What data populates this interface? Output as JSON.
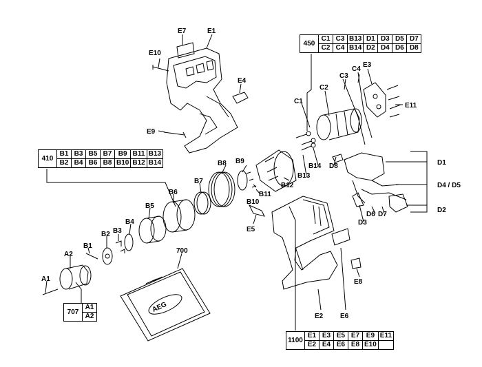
{
  "tables": {
    "t450": {
      "number": "450",
      "row1": [
        "C1",
        "C3",
        "B13",
        "D1",
        "D3",
        "D5",
        "D7"
      ],
      "row2": [
        "C2",
        "C4",
        "B14",
        "D2",
        "D4",
        "D6",
        "D8"
      ]
    },
    "t410": {
      "number": "410",
      "row1": [
        "B1",
        "B3",
        "B5",
        "B7",
        "B9",
        "B11",
        "B13"
      ],
      "row2": [
        "B2",
        "B4",
        "B6",
        "B8",
        "B10",
        "B12",
        "B14"
      ]
    },
    "t707": {
      "number": "707",
      "row1": [
        "A1"
      ],
      "row2": [
        "A2"
      ]
    },
    "t1100": {
      "number": "1100",
      "row1": [
        "E1",
        "E3",
        "E5",
        "E7",
        "E9",
        "E11"
      ],
      "row2": [
        "E2",
        "E4",
        "E6",
        "E8",
        "E10"
      ]
    }
  },
  "labels": {
    "E7": "E7",
    "E1": "E1",
    "E10": "E10",
    "E4": "E4",
    "E9": "E9",
    "E3": "E3",
    "E11": "E11",
    "C1": "C1",
    "C2": "C2",
    "C3": "C3",
    "C4": "C4",
    "D1": "D1",
    "D4D5": "D4 / D5",
    "D2": "D2",
    "D3": "D3",
    "D6": "D6",
    "D7": "D7",
    "D8": "D8",
    "B1": "B1",
    "B2": "B2",
    "B3": "B3",
    "B4": "B4",
    "B5": "B5",
    "B6": "B6",
    "B7": "B7",
    "B8": "B8",
    "B9": "B9",
    "B10": "B10",
    "B11": "B11",
    "B12": "B12",
    "B13": "B13",
    "B14": "B14",
    "A1": "A1",
    "A2": "A2",
    "n700": "700",
    "E5": "E5",
    "E2": "E2",
    "E6": "E6",
    "E8": "E8"
  },
  "case_logo": "AEG"
}
